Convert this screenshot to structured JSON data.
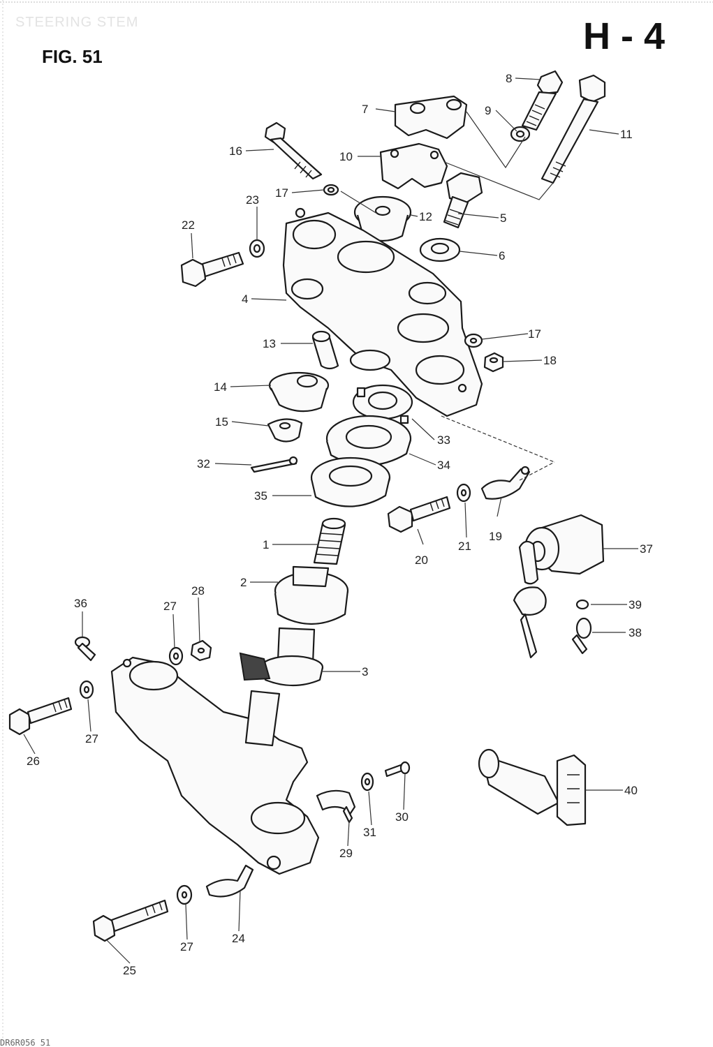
{
  "header": {
    "ghost_title": "STEERING STEM",
    "figure": "FIG. 51",
    "sheet": "H - 4"
  },
  "footer": {
    "code": "DR6R056 51"
  },
  "callouts": [
    {
      "id": "c1",
      "text": "1"
    },
    {
      "id": "c2",
      "text": "2"
    },
    {
      "id": "c3",
      "text": "3"
    },
    {
      "id": "c4",
      "text": "4"
    },
    {
      "id": "c5",
      "text": "5"
    },
    {
      "id": "c6",
      "text": "6"
    },
    {
      "id": "c7",
      "text": "7"
    },
    {
      "id": "c8",
      "text": "8"
    },
    {
      "id": "c9",
      "text": "9"
    },
    {
      "id": "c10",
      "text": "10"
    },
    {
      "id": "c11",
      "text": "11"
    },
    {
      "id": "c12",
      "text": "12"
    },
    {
      "id": "c13",
      "text": "13"
    },
    {
      "id": "c14",
      "text": "14"
    },
    {
      "id": "c15",
      "text": "15"
    },
    {
      "id": "c16",
      "text": "16"
    },
    {
      "id": "c17a",
      "text": "17"
    },
    {
      "id": "c17b",
      "text": "17"
    },
    {
      "id": "c18",
      "text": "18"
    },
    {
      "id": "c19",
      "text": "19"
    },
    {
      "id": "c20",
      "text": "20"
    },
    {
      "id": "c21",
      "text": "21"
    },
    {
      "id": "c22",
      "text": "22"
    },
    {
      "id": "c23",
      "text": "23"
    },
    {
      "id": "c24",
      "text": "24"
    },
    {
      "id": "c25",
      "text": "25"
    },
    {
      "id": "c26",
      "text": "26"
    },
    {
      "id": "c27a",
      "text": "27"
    },
    {
      "id": "c27b",
      "text": "27"
    },
    {
      "id": "c27c",
      "text": "27"
    },
    {
      "id": "c28",
      "text": "28"
    },
    {
      "id": "c29",
      "text": "29"
    },
    {
      "id": "c30",
      "text": "30"
    },
    {
      "id": "c31",
      "text": "31"
    },
    {
      "id": "c32",
      "text": "32"
    },
    {
      "id": "c33",
      "text": "33"
    },
    {
      "id": "c34",
      "text": "34"
    },
    {
      "id": "c35",
      "text": "35"
    },
    {
      "id": "c36",
      "text": "36"
    },
    {
      "id": "c37",
      "text": "37"
    },
    {
      "id": "c38",
      "text": "38"
    },
    {
      "id": "c39",
      "text": "39"
    },
    {
      "id": "c40",
      "text": "40"
    }
  ]
}
